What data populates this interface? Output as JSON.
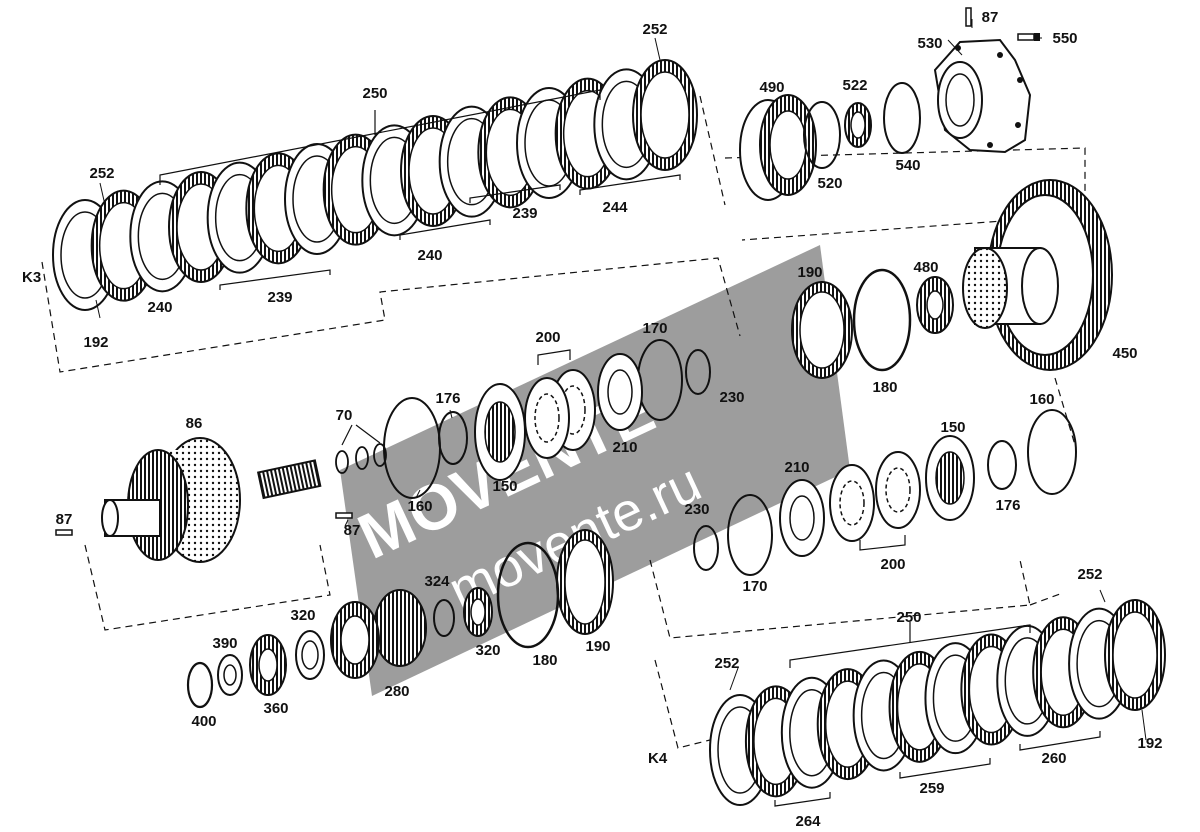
{
  "diagram": {
    "group_labels": {
      "k3": "K3",
      "k4": "K4"
    },
    "callouts": [
      {
        "id": "c252a",
        "text": "252"
      },
      {
        "id": "c250a",
        "text": "250"
      },
      {
        "id": "c252b",
        "text": "252"
      },
      {
        "id": "c240a",
        "text": "240"
      },
      {
        "id": "c192a",
        "text": "192"
      },
      {
        "id": "c239a",
        "text": "239"
      },
      {
        "id": "c240b",
        "text": "240"
      },
      {
        "id": "c239b",
        "text": "239"
      },
      {
        "id": "c244",
        "text": "244"
      },
      {
        "id": "c87a",
        "text": "87"
      },
      {
        "id": "c550",
        "text": "550"
      },
      {
        "id": "c530",
        "text": "530"
      },
      {
        "id": "c490",
        "text": "490"
      },
      {
        "id": "c522",
        "text": "522"
      },
      {
        "id": "c520",
        "text": "520"
      },
      {
        "id": "c540",
        "text": "540"
      },
      {
        "id": "c190a",
        "text": "190"
      },
      {
        "id": "c480",
        "text": "480"
      },
      {
        "id": "c180a",
        "text": "180"
      },
      {
        "id": "c450",
        "text": "450"
      },
      {
        "id": "c200a",
        "text": "200"
      },
      {
        "id": "c170a",
        "text": "170"
      },
      {
        "id": "c230a",
        "text": "230"
      },
      {
        "id": "c210a",
        "text": "210"
      },
      {
        "id": "c70",
        "text": "70"
      },
      {
        "id": "c176a",
        "text": "176"
      },
      {
        "id": "c86",
        "text": "86"
      },
      {
        "id": "c160a",
        "text": "160"
      },
      {
        "id": "c150a",
        "text": "150"
      },
      {
        "id": "c87b",
        "text": "87"
      },
      {
        "id": "c87c",
        "text": "87"
      },
      {
        "id": "c160b",
        "text": "160"
      },
      {
        "id": "c150b",
        "text": "150"
      },
      {
        "id": "c210b",
        "text": "210"
      },
      {
        "id": "c176b",
        "text": "176"
      },
      {
        "id": "c230b",
        "text": "230"
      },
      {
        "id": "c170b",
        "text": "170"
      },
      {
        "id": "c200b",
        "text": "200"
      },
      {
        "id": "c324",
        "text": "324"
      },
      {
        "id": "c320a",
        "text": "320"
      },
      {
        "id": "c390",
        "text": "390"
      },
      {
        "id": "c320b",
        "text": "320"
      },
      {
        "id": "c180b",
        "text": "180"
      },
      {
        "id": "c190b",
        "text": "190"
      },
      {
        "id": "c280",
        "text": "280"
      },
      {
        "id": "c360",
        "text": "360"
      },
      {
        "id": "c400",
        "text": "400"
      },
      {
        "id": "c252c",
        "text": "252"
      },
      {
        "id": "c250b",
        "text": "250"
      },
      {
        "id": "c252d",
        "text": "252"
      },
      {
        "id": "c192b",
        "text": "192"
      },
      {
        "id": "c259",
        "text": "259"
      },
      {
        "id": "c260",
        "text": "260"
      },
      {
        "id": "c264",
        "text": "264"
      }
    ]
  },
  "watermark": {
    "brand": "MOVENTE",
    "domain": "movente.ru"
  },
  "colors": {
    "ink": "#111111",
    "watermark": "#8c8c8c"
  }
}
